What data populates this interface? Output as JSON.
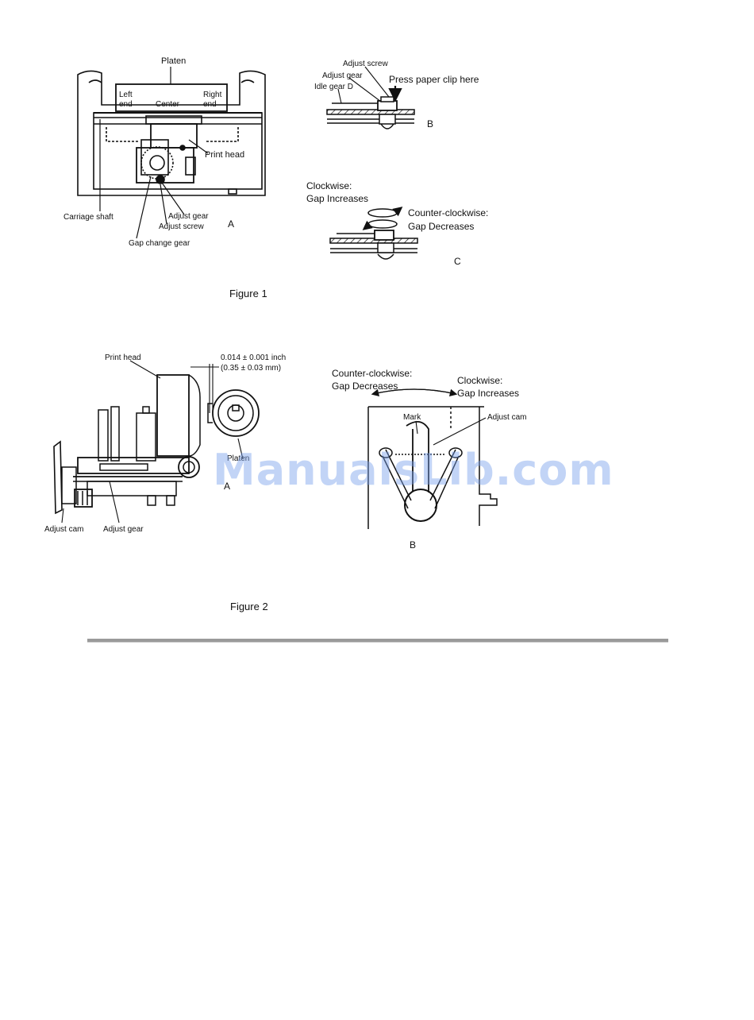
{
  "figure1": {
    "caption": "Figure 1",
    "panel_a": {
      "letter": "A",
      "labels": {
        "platen": "Platen",
        "left_end_1": "Left",
        "left_end_2": "end",
        "center": "Center",
        "right_end_1": "Right",
        "right_end_2": "end",
        "print_head": "Print head",
        "carriage_shaft": "Carriage shaft",
        "adjust_gear": "Adjust gear",
        "adjust_screw": "Adjust screw",
        "gap_change_gear": "Gap change gear"
      }
    },
    "panel_b": {
      "letter": "B",
      "labels": {
        "adjust_screw": "Adjust screw",
        "adjust_gear": "Adjust gear",
        "idle_gear_d": "Idle gear D",
        "press_paper_clip": "Press paper clip here"
      }
    },
    "panel_c": {
      "letter": "C",
      "labels": {
        "clockwise": "Clockwise:",
        "gap_increases": "Gap  Increases",
        "counter_clockwise": "Counter-clockwise:",
        "gap_decreases": "Gap Decreases"
      }
    }
  },
  "figure2": {
    "caption": "Figure 2",
    "panel_a": {
      "letter": "A",
      "labels": {
        "print_head": "Print head",
        "gap_inch": "0.014 ± 0.001 inch",
        "gap_mm": "(0.35 ± 0.03 mm)",
        "platen": "Platen",
        "adjust_cam": "Adjust cam",
        "adjust_gear": "Adjust gear"
      }
    },
    "panel_b": {
      "letter": "B",
      "labels": {
        "counter_clockwise": "Counter-clockwise:",
        "gap_decreases": "Gap Decreases",
        "clockwise": "Clockwise:",
        "gap_increases": "Gap  Increases",
        "mark": "Mark",
        "adjust_cam": "Adjust cam"
      }
    }
  },
  "watermark": "ManualsLib.com"
}
